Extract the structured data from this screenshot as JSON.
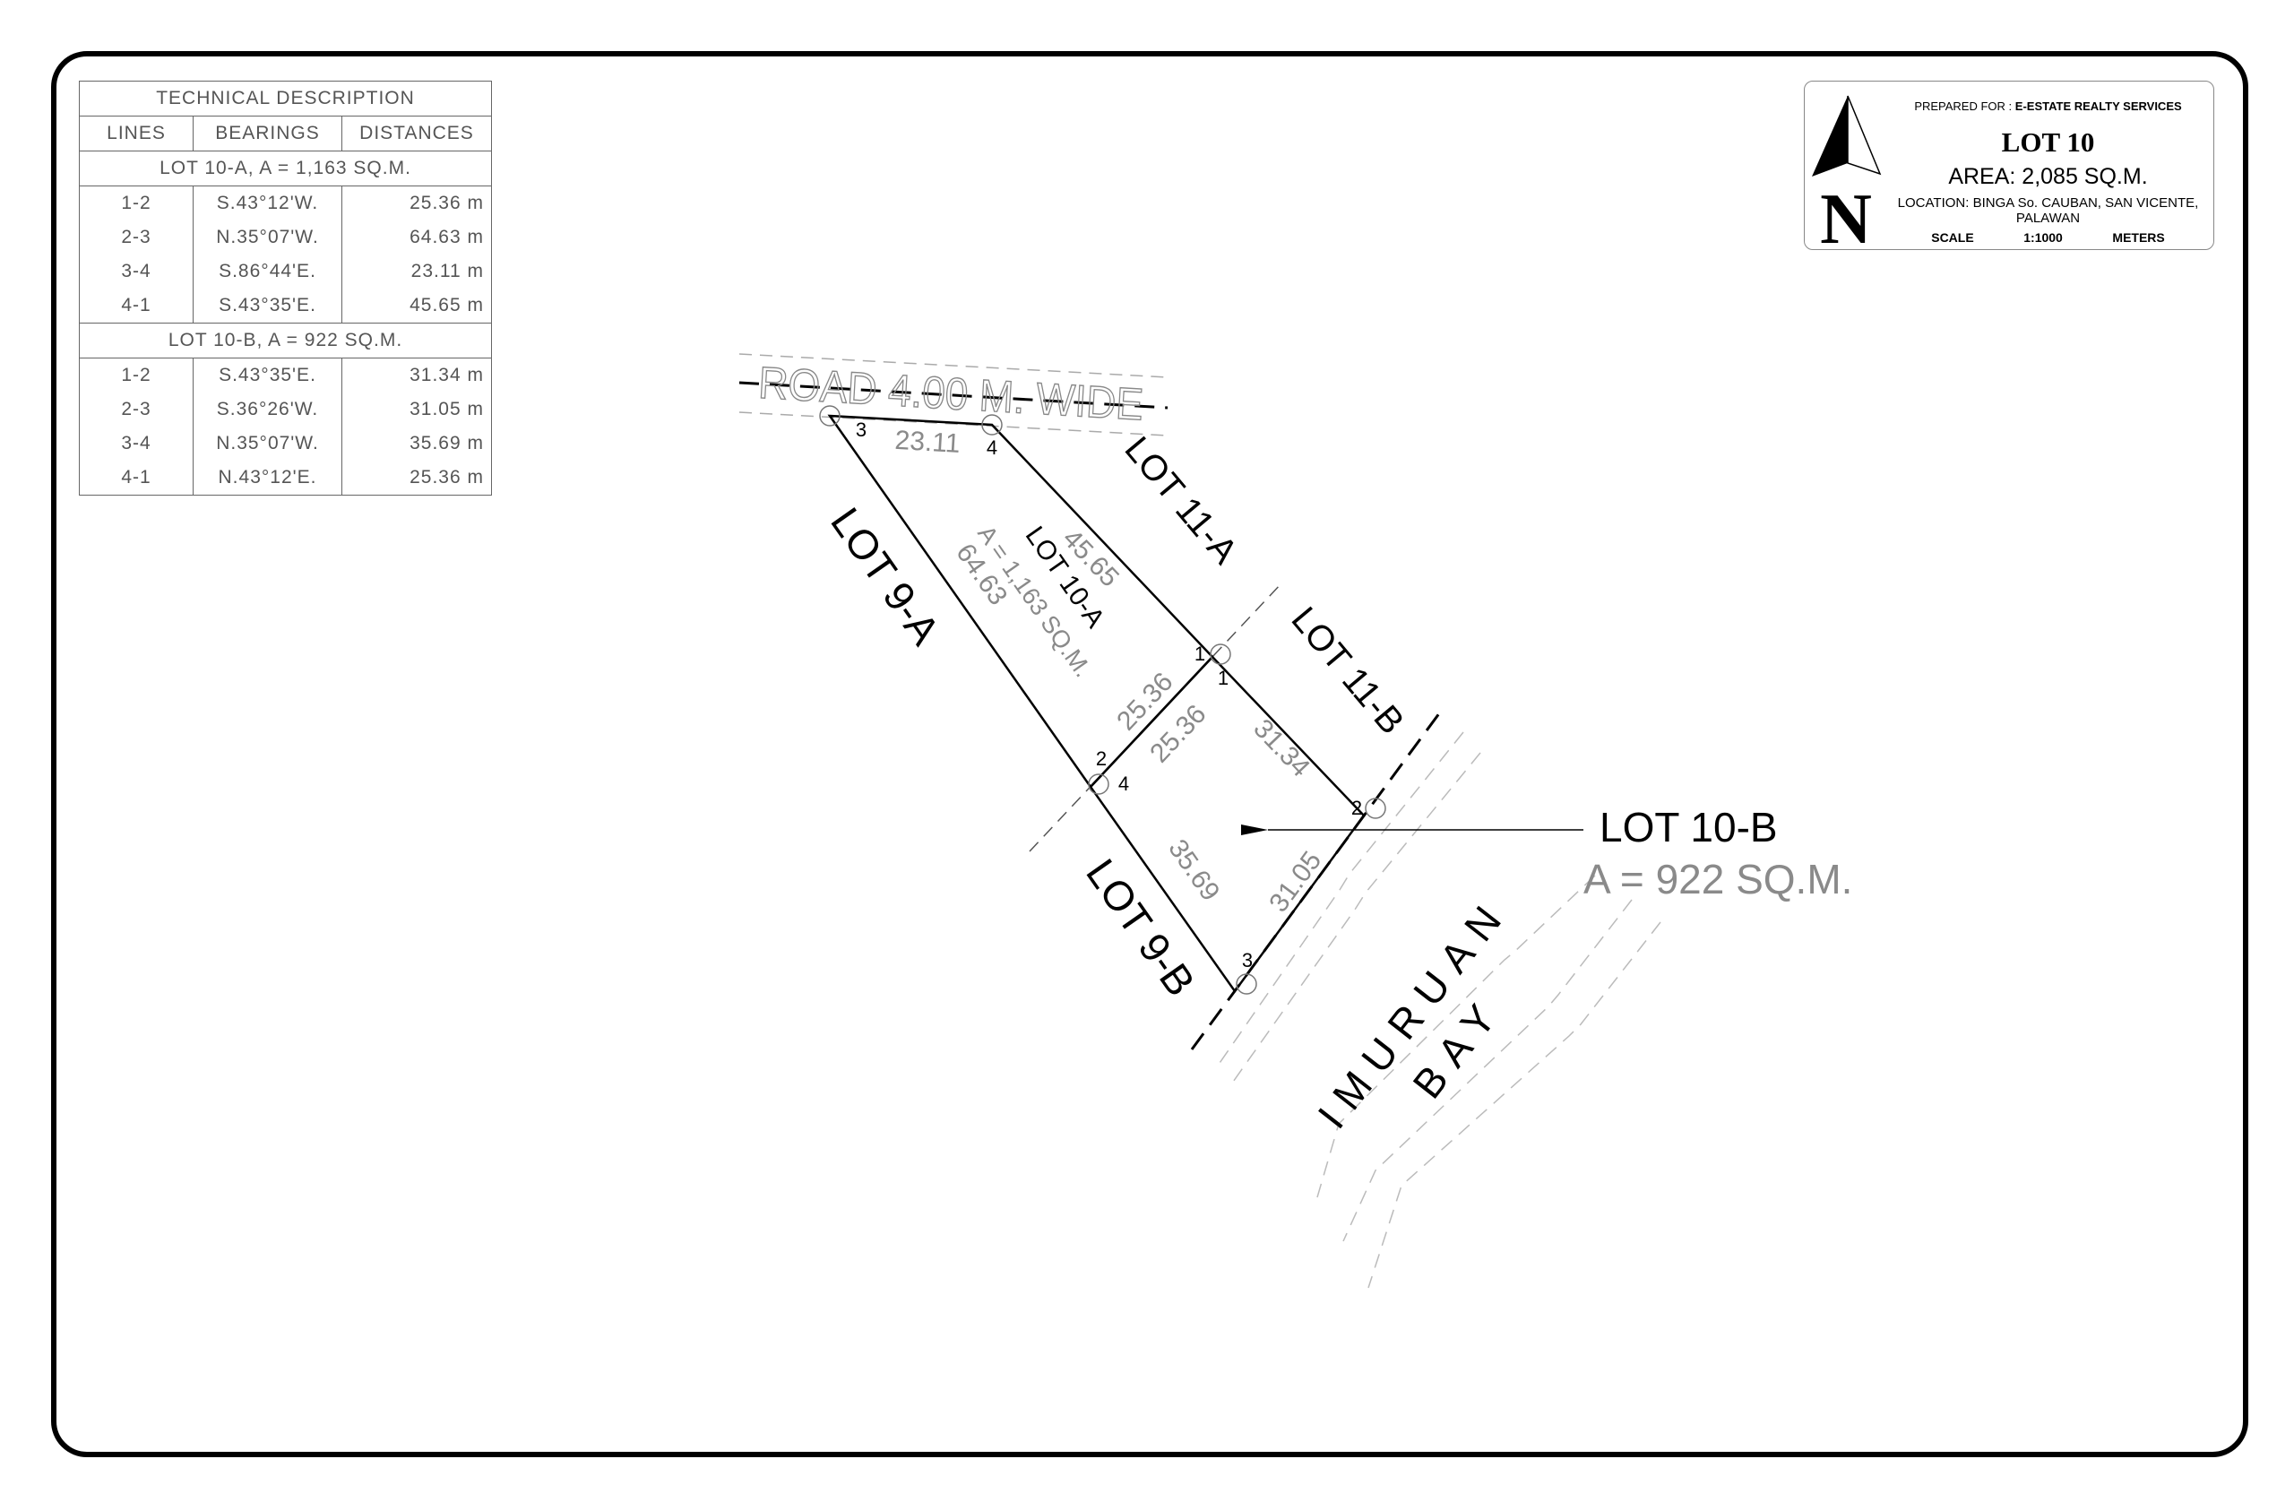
{
  "technical_description": {
    "title": "TECHNICAL DESCRIPTION",
    "headers": [
      "LINES",
      "BEARINGS",
      "DISTANCES"
    ],
    "lots": [
      {
        "heading": "LOT 10-A, A = 1,163 SQ.M.",
        "rows": [
          {
            "line": "1-2",
            "bearing": "S.43°12'W.",
            "distance": "25.36 m"
          },
          {
            "line": "2-3",
            "bearing": "N.35°07'W.",
            "distance": "64.63 m"
          },
          {
            "line": "3-4",
            "bearing": "S.86°44'E.",
            "distance": "23.11 m"
          },
          {
            "line": "4-1",
            "bearing": "S.43°35'E.",
            "distance": "45.65 m"
          }
        ]
      },
      {
        "heading": "LOT 10-B, A = 922 SQ.M.",
        "rows": [
          {
            "line": "1-2",
            "bearing": "S.43°35'E.",
            "distance": "31.34 m"
          },
          {
            "line": "2-3",
            "bearing": "S.36°26'W.",
            "distance": "31.05 m"
          },
          {
            "line": "3-4",
            "bearing": "N.35°07'W.",
            "distance": "35.69 m"
          },
          {
            "line": "4-1",
            "bearing": "N.43°12'E.",
            "distance": "25.36 m"
          }
        ]
      }
    ]
  },
  "title_block": {
    "prepared_for_label": "PREPARED FOR :",
    "client": "E-ESTATE REALTY SERVICES",
    "lot_title": "LOT 10",
    "area": "AREA: 2,085 SQ.M.",
    "location_line1": "LOCATION: BINGA So. CAUBAN, SAN VICENTE,",
    "location_line2": "PALAWAN",
    "scale_label": "SCALE",
    "scale": "1:1000",
    "units": "METERS",
    "north_letter": "N"
  },
  "plan": {
    "road": "ROAD 4.00 M. WIDE",
    "lot_10a": "LOT 10-A",
    "lot_10a_area": "A = 1,163 SQ.M.",
    "lot_10b": "LOT 10-B",
    "lot_10b_area": "A = 922 SQ.M.",
    "lot_9a": "LOT 9-A",
    "lot_9b": "LOT 9-B",
    "lot_11a": "LOT 11-A",
    "lot_11b": "LOT 11-B",
    "bay_line1": "IMURUAN",
    "bay_line2": "BAY",
    "distances": {
      "d34": "23.11",
      "d23": "64.63",
      "d41": "45.65",
      "d12a": "25.36",
      "d12b": "25.36",
      "b12": "31.34",
      "b23": "31.05",
      "b34": "35.69"
    },
    "points": {
      "a3": "3",
      "a4": "4",
      "a1": "1",
      "b1": "1",
      "a2": "2",
      "b4": "4",
      "b2": "2",
      "b3": "3"
    }
  }
}
